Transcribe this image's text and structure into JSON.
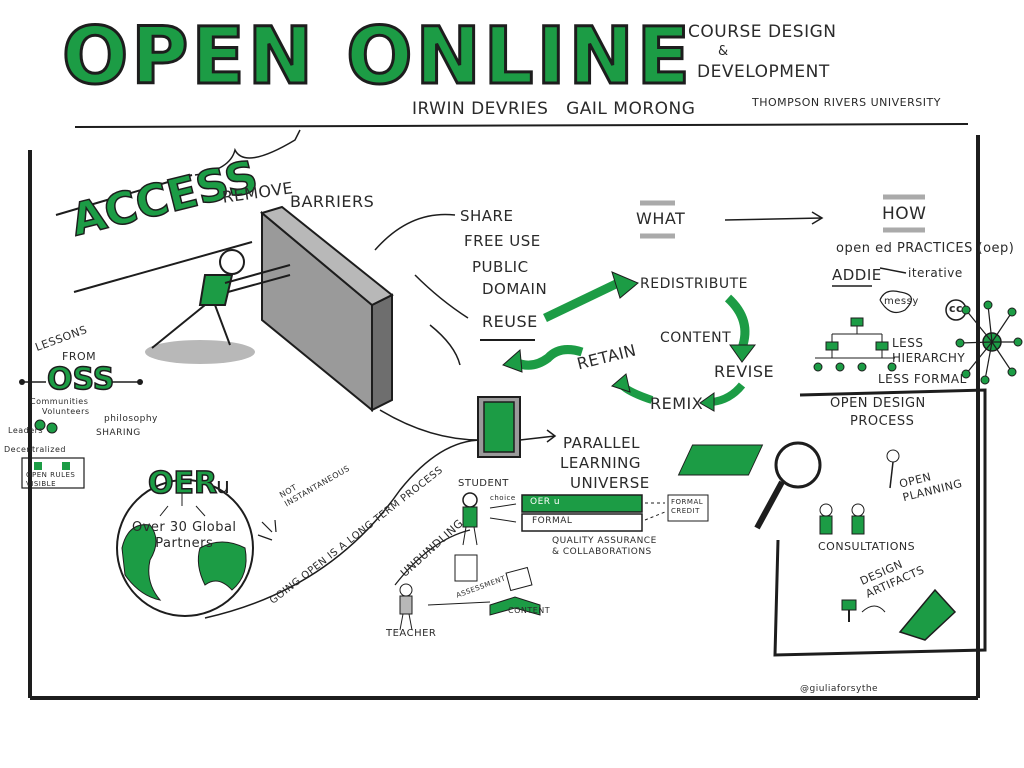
{
  "header": {
    "title": "OPEN ONLINE",
    "subtitle_line1": "COURSE DESIGN",
    "subtitle_amp": "&",
    "subtitle_line2": "DEVELOPMENT",
    "speakers": "IRWIN DEVRIES   GAIL MORONG",
    "institution": "THOMPSON RIVERS UNIVERSITY"
  },
  "access": {
    "label": "ACCESS",
    "remove": "REMOVE",
    "barriers": "BARRIERS"
  },
  "share": {
    "share": "SHARE",
    "free_use": "FREE USE",
    "public": "PUBLIC",
    "domain": "DOMAIN",
    "reuse": "REUSE"
  },
  "cycle": {
    "redistribute": "REDISTRIBUTE",
    "content": "CONTENT",
    "revise": "REVISE",
    "remix": "REMIX",
    "retain": "RETAIN"
  },
  "what": "WHAT",
  "how": {
    "label": "HOW",
    "practices": "open ed PRACTICES (oep)",
    "addie": "ADDIE",
    "iterative": "iterative",
    "messy": "messy",
    "cc": "cc",
    "less_hierarchy": "LESS\nHIERARCHY",
    "less_formal": "LESS FORMAL"
  },
  "oss": {
    "lessons": "LESSONS",
    "from": "FROM",
    "label": "OSS",
    "communities": "Communities",
    "volunteers": "Volunteers",
    "leaders": "Leaders",
    "decentralized": "Decentralized",
    "philosophy": "philosophy",
    "sharing": "SHARING",
    "open_rules": "OPEN RULES\nVISIBLE"
  },
  "oeru": {
    "label": "OER",
    "u": "u",
    "partners": "Over 30 Global\nPartners",
    "not_instantaneous": "NOT\nINSTANTANEOUS",
    "long_term": "GOING OPEN IS A LONG TERM PROCESS"
  },
  "parallel": {
    "parallel": "PARALLEL",
    "learning": "LEARNING",
    "universe": "UNIVERSE",
    "student": "STUDENT",
    "choice": "choice",
    "oer_u": "OER u",
    "formal": "FORMAL",
    "formal_credit": "FORMAL\nCREDIT",
    "quality": "QUALITY ASSURANCE\n& COLLABORATIONS",
    "unbundling": "UNBUNDLING",
    "assessment": "ASSESSMENT",
    "content": "CONTENT",
    "teacher": "TEACHER"
  },
  "design": {
    "open_design": "OPEN DESIGN",
    "process": "PROCESS",
    "open_planning": "OPEN\nPLANNING",
    "consultations": "CONSULTATIONS",
    "design_artifacts": "DESIGN\nARTIFACTS"
  },
  "credit": "@giuliaforsythe",
  "colors": {
    "green": "#1c9c45",
    "ink": "#1d1d1d",
    "grey": "#9a9a9a"
  }
}
